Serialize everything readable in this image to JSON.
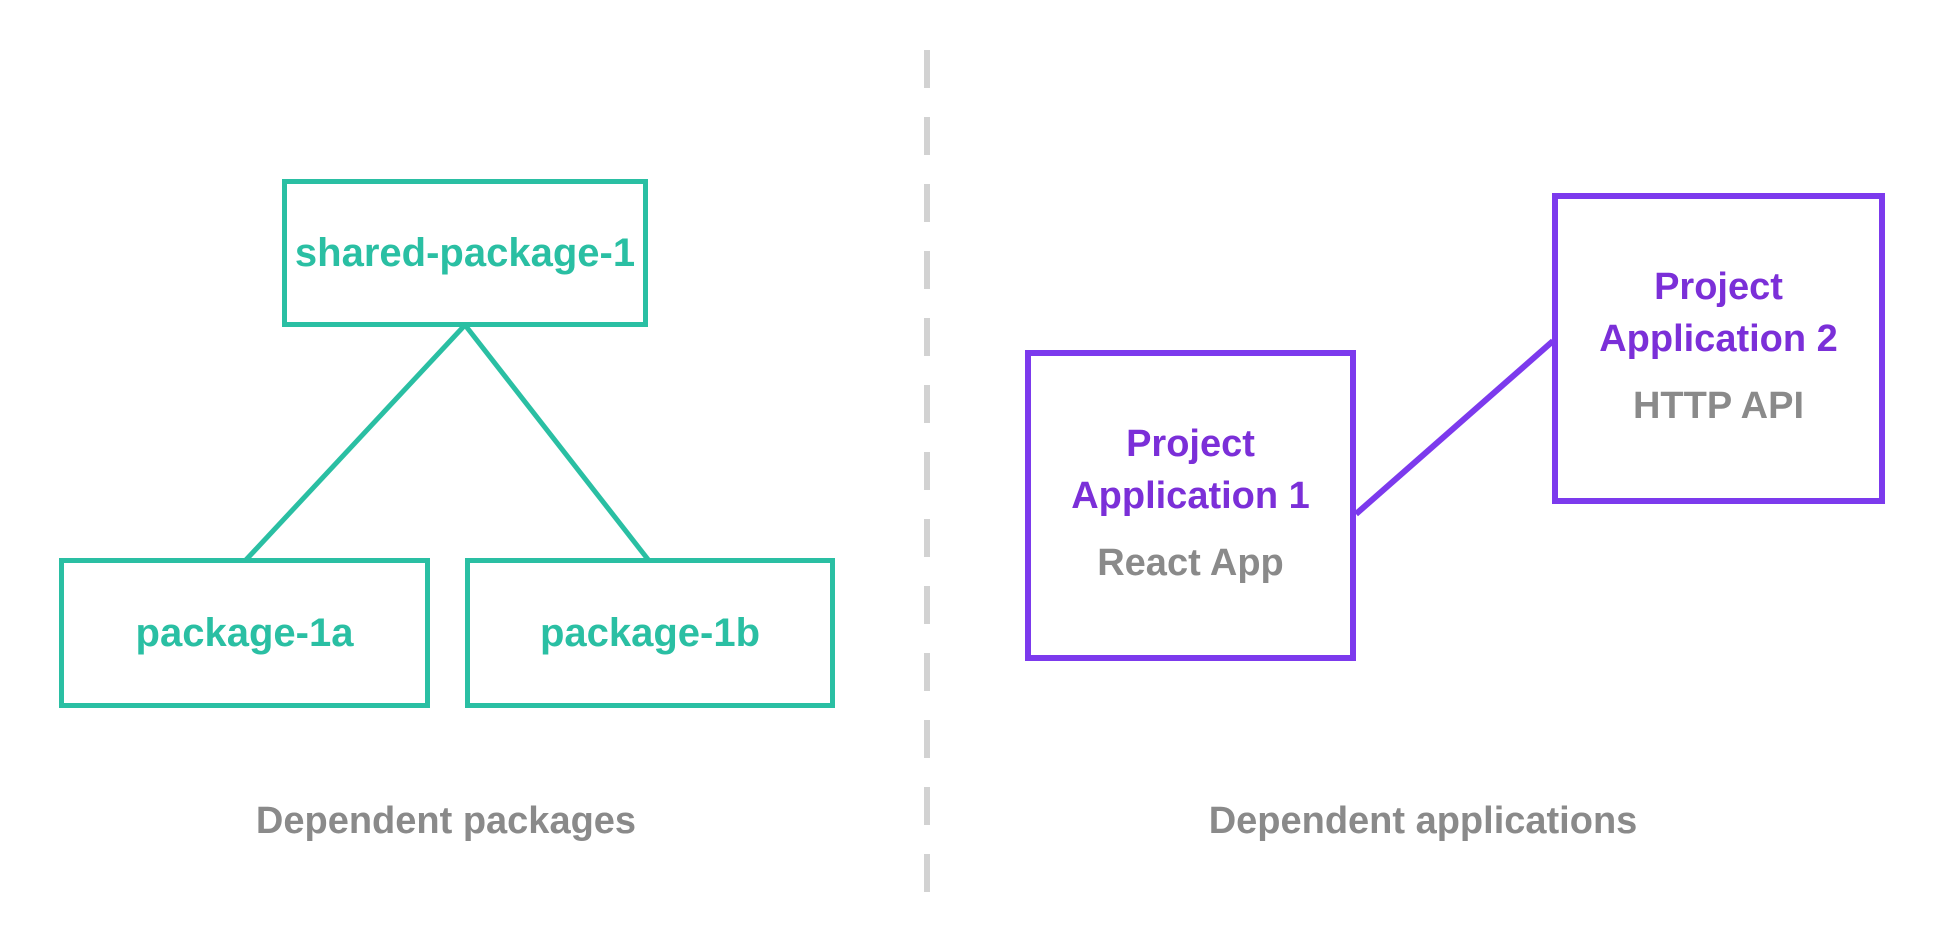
{
  "colors": {
    "teal": "#2ABFA3",
    "purple": "#7C3AED",
    "purple_text": "#7B2FD8",
    "gray_text": "#8A8A8A",
    "divider": "#D2D2D2",
    "background": "#FFFFFF"
  },
  "left_panel": {
    "caption": "Dependent packages",
    "root_node": {
      "label": "shared-package-1"
    },
    "child_nodes": [
      {
        "label": "package-1a"
      },
      {
        "label": "package-1b"
      }
    ]
  },
  "right_panel": {
    "caption": "Dependent applications",
    "nodes": [
      {
        "title_line1": "Project",
        "title_line2": "Application 1",
        "subtitle": "React App"
      },
      {
        "title_line1": "Project",
        "title_line2": "Application 2",
        "subtitle": "HTTP API"
      }
    ]
  }
}
